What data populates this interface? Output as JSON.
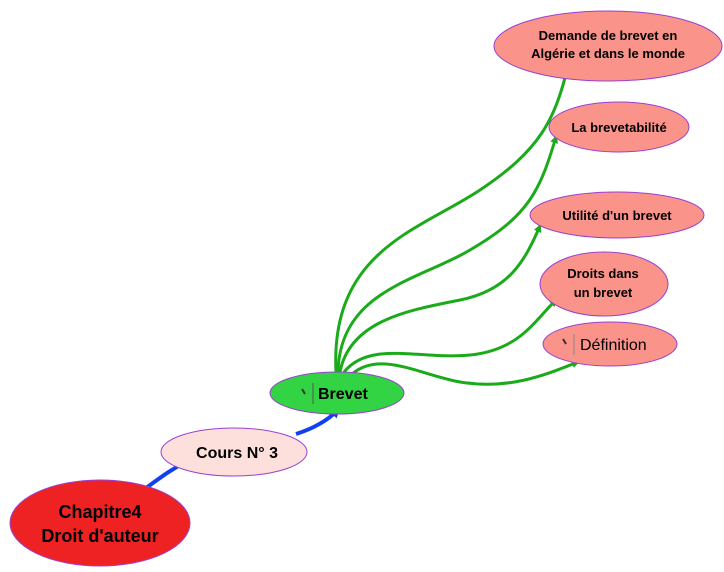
{
  "root": {
    "line1": "Chapitre4",
    "line2": "Droit d'auteur",
    "color": "#ee2222"
  },
  "course": {
    "label": "Cours N° 3",
    "color": "#fde0dc"
  },
  "topic": {
    "label": "Brevet",
    "color": "#33d444"
  },
  "subtopics": [
    {
      "line1": "Demande de brevet en",
      "line2": "Algérie et dans le monde"
    },
    {
      "line1": "La brevetabilité"
    },
    {
      "line1": "Utilité d'un brevet"
    },
    {
      "line1": "Droits dans",
      "line2": "un brevet"
    },
    {
      "line1": "Définition"
    }
  ],
  "colors": {
    "subtopic": "#fa938a",
    "border": "#9a40d0",
    "edge_green": "#1aaa1a",
    "edge_blue": "#1040f0"
  }
}
